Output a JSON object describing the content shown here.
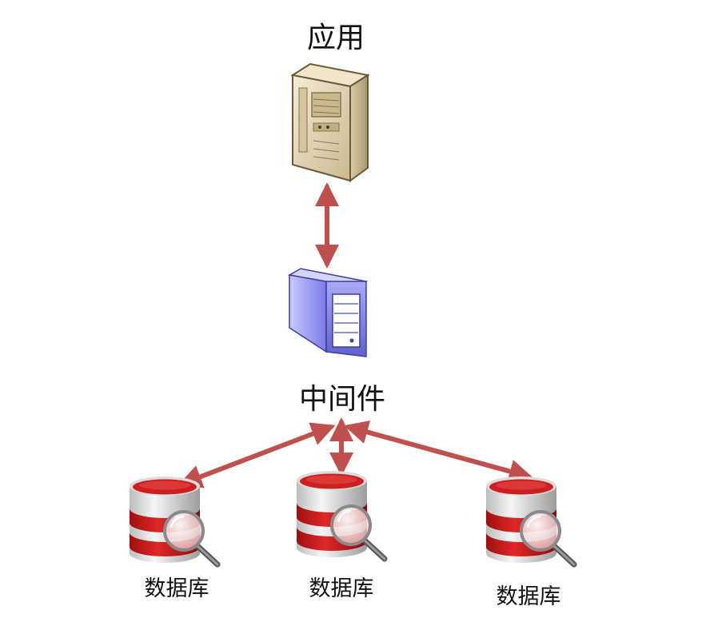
{
  "labels": {
    "application": "应用",
    "middleware": "中间件",
    "databases": [
      "数据库",
      "数据库",
      "数据库"
    ]
  },
  "colors": {
    "arrow": "#c0504d",
    "db_red": "#cc1f1f",
    "db_silver": "#e6e6e6",
    "middleware_body": "#8f8ff0",
    "application_body": "#e8dcbf"
  },
  "icons": {
    "application": "server-tower-icon",
    "middleware": "middleware-server-icon",
    "database": "database-search-icon"
  }
}
